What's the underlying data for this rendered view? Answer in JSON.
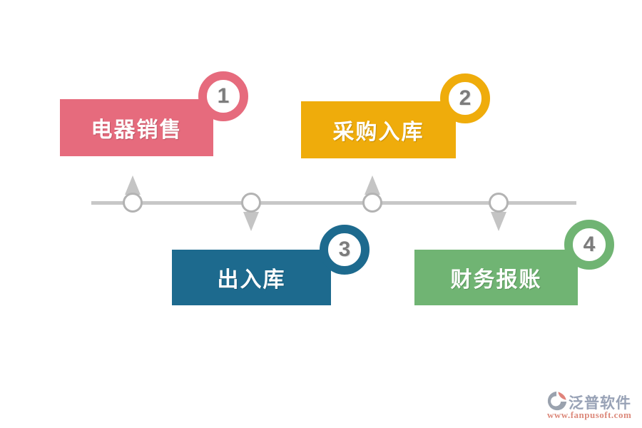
{
  "diagram": {
    "title_hint": "four-step process timeline",
    "steps": [
      {
        "number": "1",
        "label": "电器销售",
        "color": "#e66b7d",
        "position": "top-left"
      },
      {
        "number": "2",
        "label": "采购入库",
        "color": "#efac0b",
        "position": "top-right"
      },
      {
        "number": "3",
        "label": "出入库",
        "color": "#1d6a8e",
        "position": "bottom-left"
      },
      {
        "number": "4",
        "label": "财务报账",
        "color": "#70b473",
        "position": "bottom-right"
      }
    ],
    "timeline": {
      "line_color": "#c7c7c7",
      "node_fill": "#ffffff",
      "node_border_color": "#b3b3b3",
      "arrow_color": "#c4c4c4",
      "arrows": [
        "up",
        "down",
        "up",
        "down"
      ]
    },
    "badge_number_color": "#7c7c7c",
    "label_text_color": "#ffffff"
  },
  "footer": {
    "logo_icon": "fanpu-logo-icon",
    "brand": "泛普软件",
    "url": "www.fanpusoft.com",
    "brand_color": "#98a2b6",
    "url_color": "#dc897b",
    "logo_gray": "#9aa2ae",
    "logo_accent": "#e0837a"
  }
}
